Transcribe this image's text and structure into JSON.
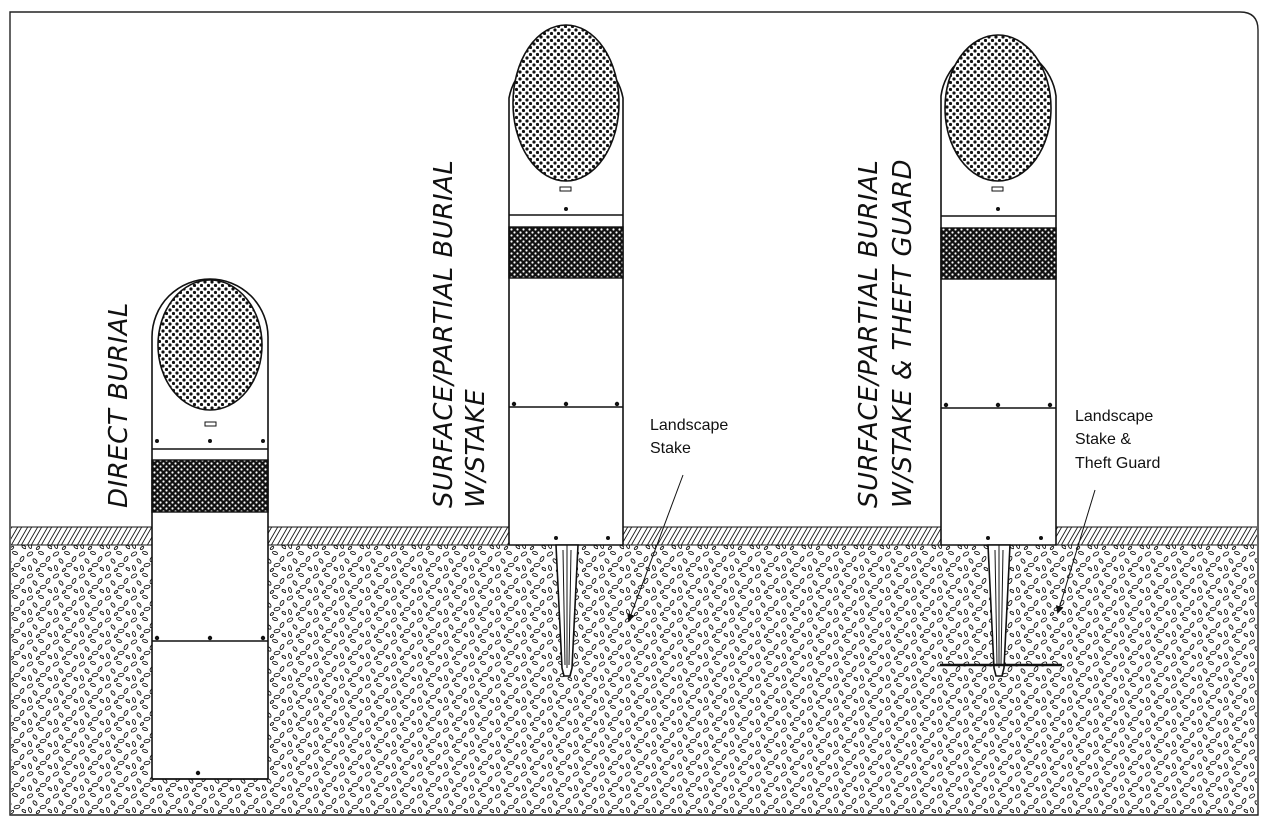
{
  "labels": {
    "direct_burial": "DIRECT BURIAL",
    "surface_stake_l1": "SURFACE/PARTIAL BURIAL",
    "surface_stake_l2": "W/STAKE",
    "surface_guard_l1": "SURFACE/PARTIAL BURIAL",
    "surface_guard_l2": "W/STAKE & THEFT GUARD"
  },
  "callouts": {
    "stake": [
      "Landscape",
      "Stake"
    ],
    "guard": [
      "Landscape",
      "Stake &",
      "Theft Guard"
    ]
  },
  "colors": {
    "ink": "#111111",
    "paper": "#ffffff"
  }
}
